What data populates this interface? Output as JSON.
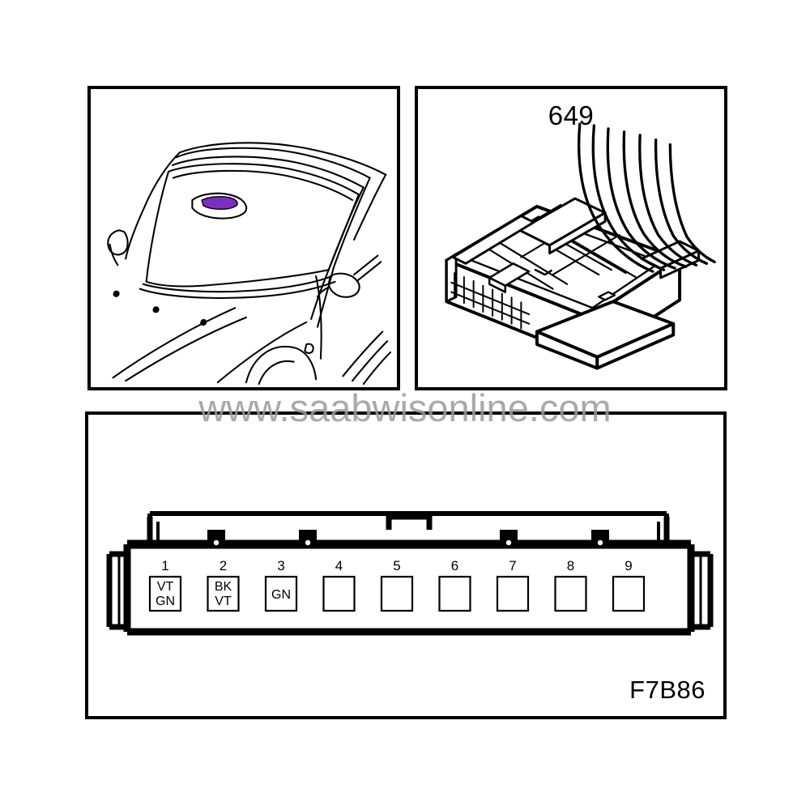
{
  "diagram": {
    "code": "F7B86",
    "watermark": "www.saabwisonline.com",
    "background_color": "#ffffff",
    "line_color": "#000000"
  },
  "panels": {
    "vehicle": {
      "name": "vehicle-windshield-illustration",
      "highlight_color": "#7b2fbe",
      "description": "Front windshield and roof of car with interior rear-view mirror highlighted"
    },
    "connector": {
      "number": "649",
      "name": "connector-isometric-illustration",
      "description": "Isometric view of 9-way connector housing with wire harness exiting rear"
    },
    "pinout": {
      "name": "connector-pinout-face-view",
      "pin_count": 9,
      "pins": [
        {
          "number": "1",
          "code": [
            "VT",
            "GN"
          ]
        },
        {
          "number": "2",
          "code": [
            "BK",
            "VT"
          ]
        },
        {
          "number": "3",
          "code": [
            "GN"
          ]
        },
        {
          "number": "4",
          "code": []
        },
        {
          "number": "5",
          "code": []
        },
        {
          "number": "6",
          "code": []
        },
        {
          "number": "7",
          "code": []
        },
        {
          "number": "8",
          "code": []
        },
        {
          "number": "9",
          "code": []
        }
      ]
    }
  }
}
